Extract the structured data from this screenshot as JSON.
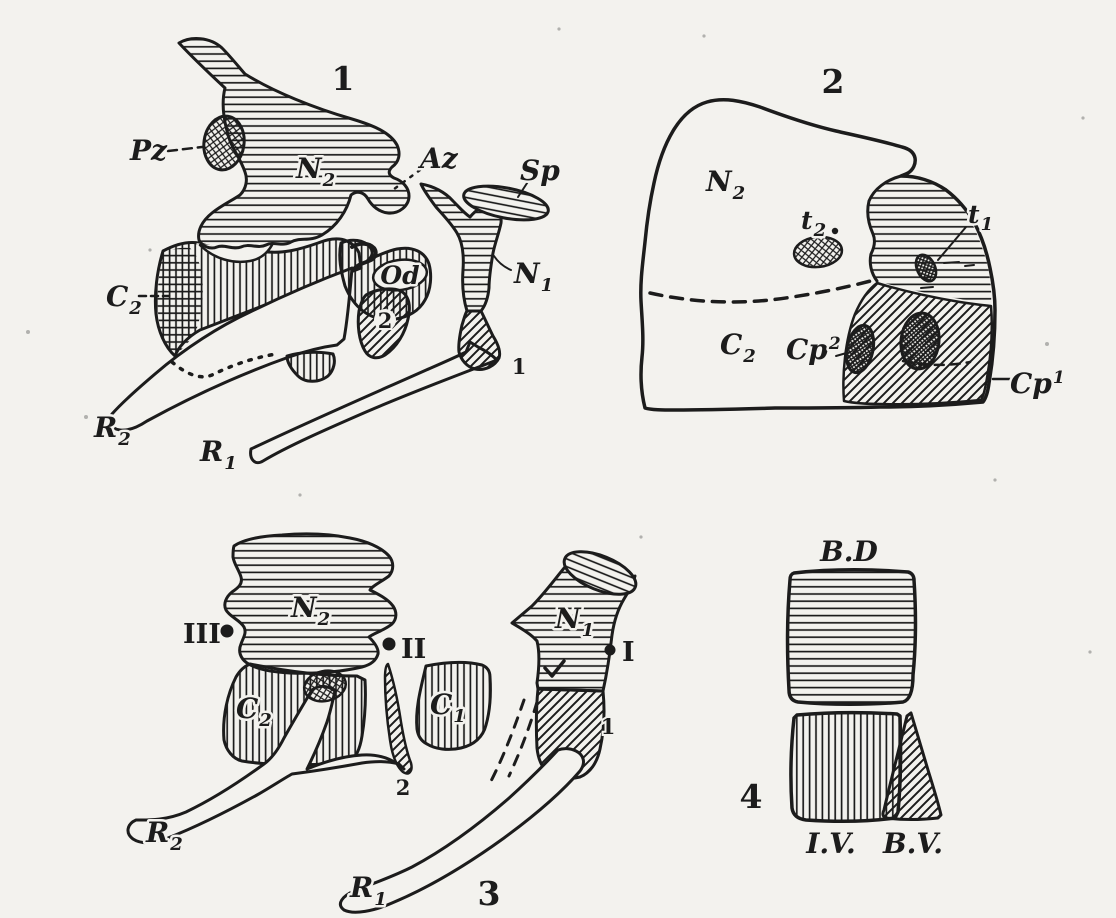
{
  "page": {
    "paper_color": "#f3f2ee",
    "ink_color": "#1c1c1c",
    "description": "Plate of four anatomical diagrams of vertebral elements with hatching legend"
  },
  "fig1": {
    "number": "1",
    "labels": {
      "pz": "Pz",
      "n2": {
        "base": "N",
        "sub": "2"
      },
      "az": "Az",
      "sp": "Sp",
      "n1": {
        "base": "N",
        "sub": "1"
      },
      "od": "Od",
      "c2": {
        "base": "C",
        "sub": "2"
      },
      "r2": {
        "base": "R",
        "sub": "2"
      },
      "r1": {
        "base": "R",
        "sub": "1"
      },
      "point_1": "1",
      "point_2": "2"
    }
  },
  "fig2": {
    "number": "2",
    "labels": {
      "n2": {
        "base": "N",
        "sub": "2"
      },
      "t2": {
        "base": "t",
        "sub": "2"
      },
      "t1": {
        "base": "t",
        "sub": "1"
      },
      "c2": {
        "base": "C",
        "sub": "2"
      },
      "cp2": {
        "base": "Cp",
        "sup": "2"
      },
      "cp1": {
        "base": "Cp",
        "sup": "1"
      }
    }
  },
  "fig3": {
    "number": "3",
    "labels": {
      "nerve_iii": "III",
      "nerve_ii": "II",
      "nerve_i": "I",
      "n2": {
        "base": "N",
        "sub": "2"
      },
      "c2": {
        "base": "C",
        "sub": "2"
      },
      "c1": {
        "base": "C",
        "sub": "1"
      },
      "n1": {
        "base": "N",
        "sub": "1"
      },
      "r2": {
        "base": "R",
        "sub": "2"
      },
      "r1": {
        "base": "R",
        "sub": "1"
      },
      "point_1": "1",
      "point_2": "2"
    }
  },
  "fig4": {
    "number": "4",
    "legend_items": [
      {
        "label": "B.D",
        "pattern": "horizontal-hatch"
      },
      {
        "label": "I.V.",
        "pattern": "vertical-hatch"
      },
      {
        "label": "B.V.",
        "pattern": "diagonal-hatch"
      }
    ]
  }
}
